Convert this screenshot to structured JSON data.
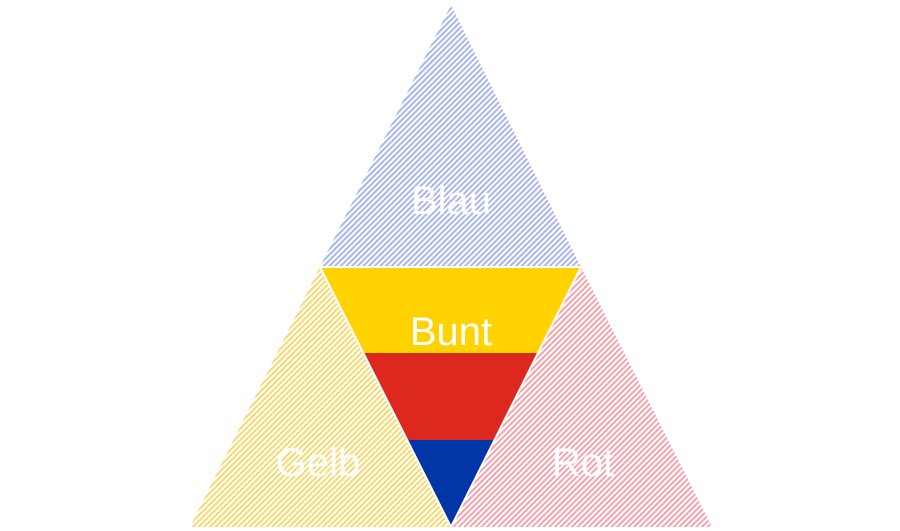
{
  "labels": {
    "top": "Blau",
    "center": "Bunt",
    "left": "Gelb",
    "right": "Rot"
  },
  "colors": {
    "blue_hatch": "#a9b5ee",
    "yellow_hatch": "#f7d96e",
    "red_hatch": "#f5a3ab",
    "band_yellow": "#ffd200",
    "band_red": "#dc281e",
    "band_blue": "#0036a6"
  }
}
